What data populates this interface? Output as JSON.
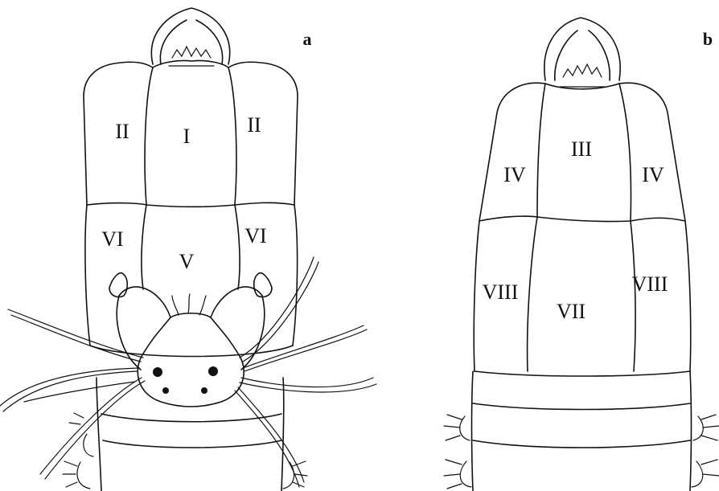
{
  "panels": {
    "a": {
      "label": "a",
      "segments": {
        "left_upper": "II",
        "center_upper": "I",
        "right_upper": "II",
        "left_lower": "VI",
        "center_lower": "V",
        "right_lower": "VI"
      }
    },
    "b": {
      "label": "b",
      "segments": {
        "center_upper": "III",
        "left_upper": "IV",
        "right_upper": "IV",
        "left_lower": "VIII",
        "center_lower": "VII",
        "right_lower": "VIII"
      }
    }
  },
  "colors": {
    "line": "#111111",
    "background": "#ffffff"
  }
}
